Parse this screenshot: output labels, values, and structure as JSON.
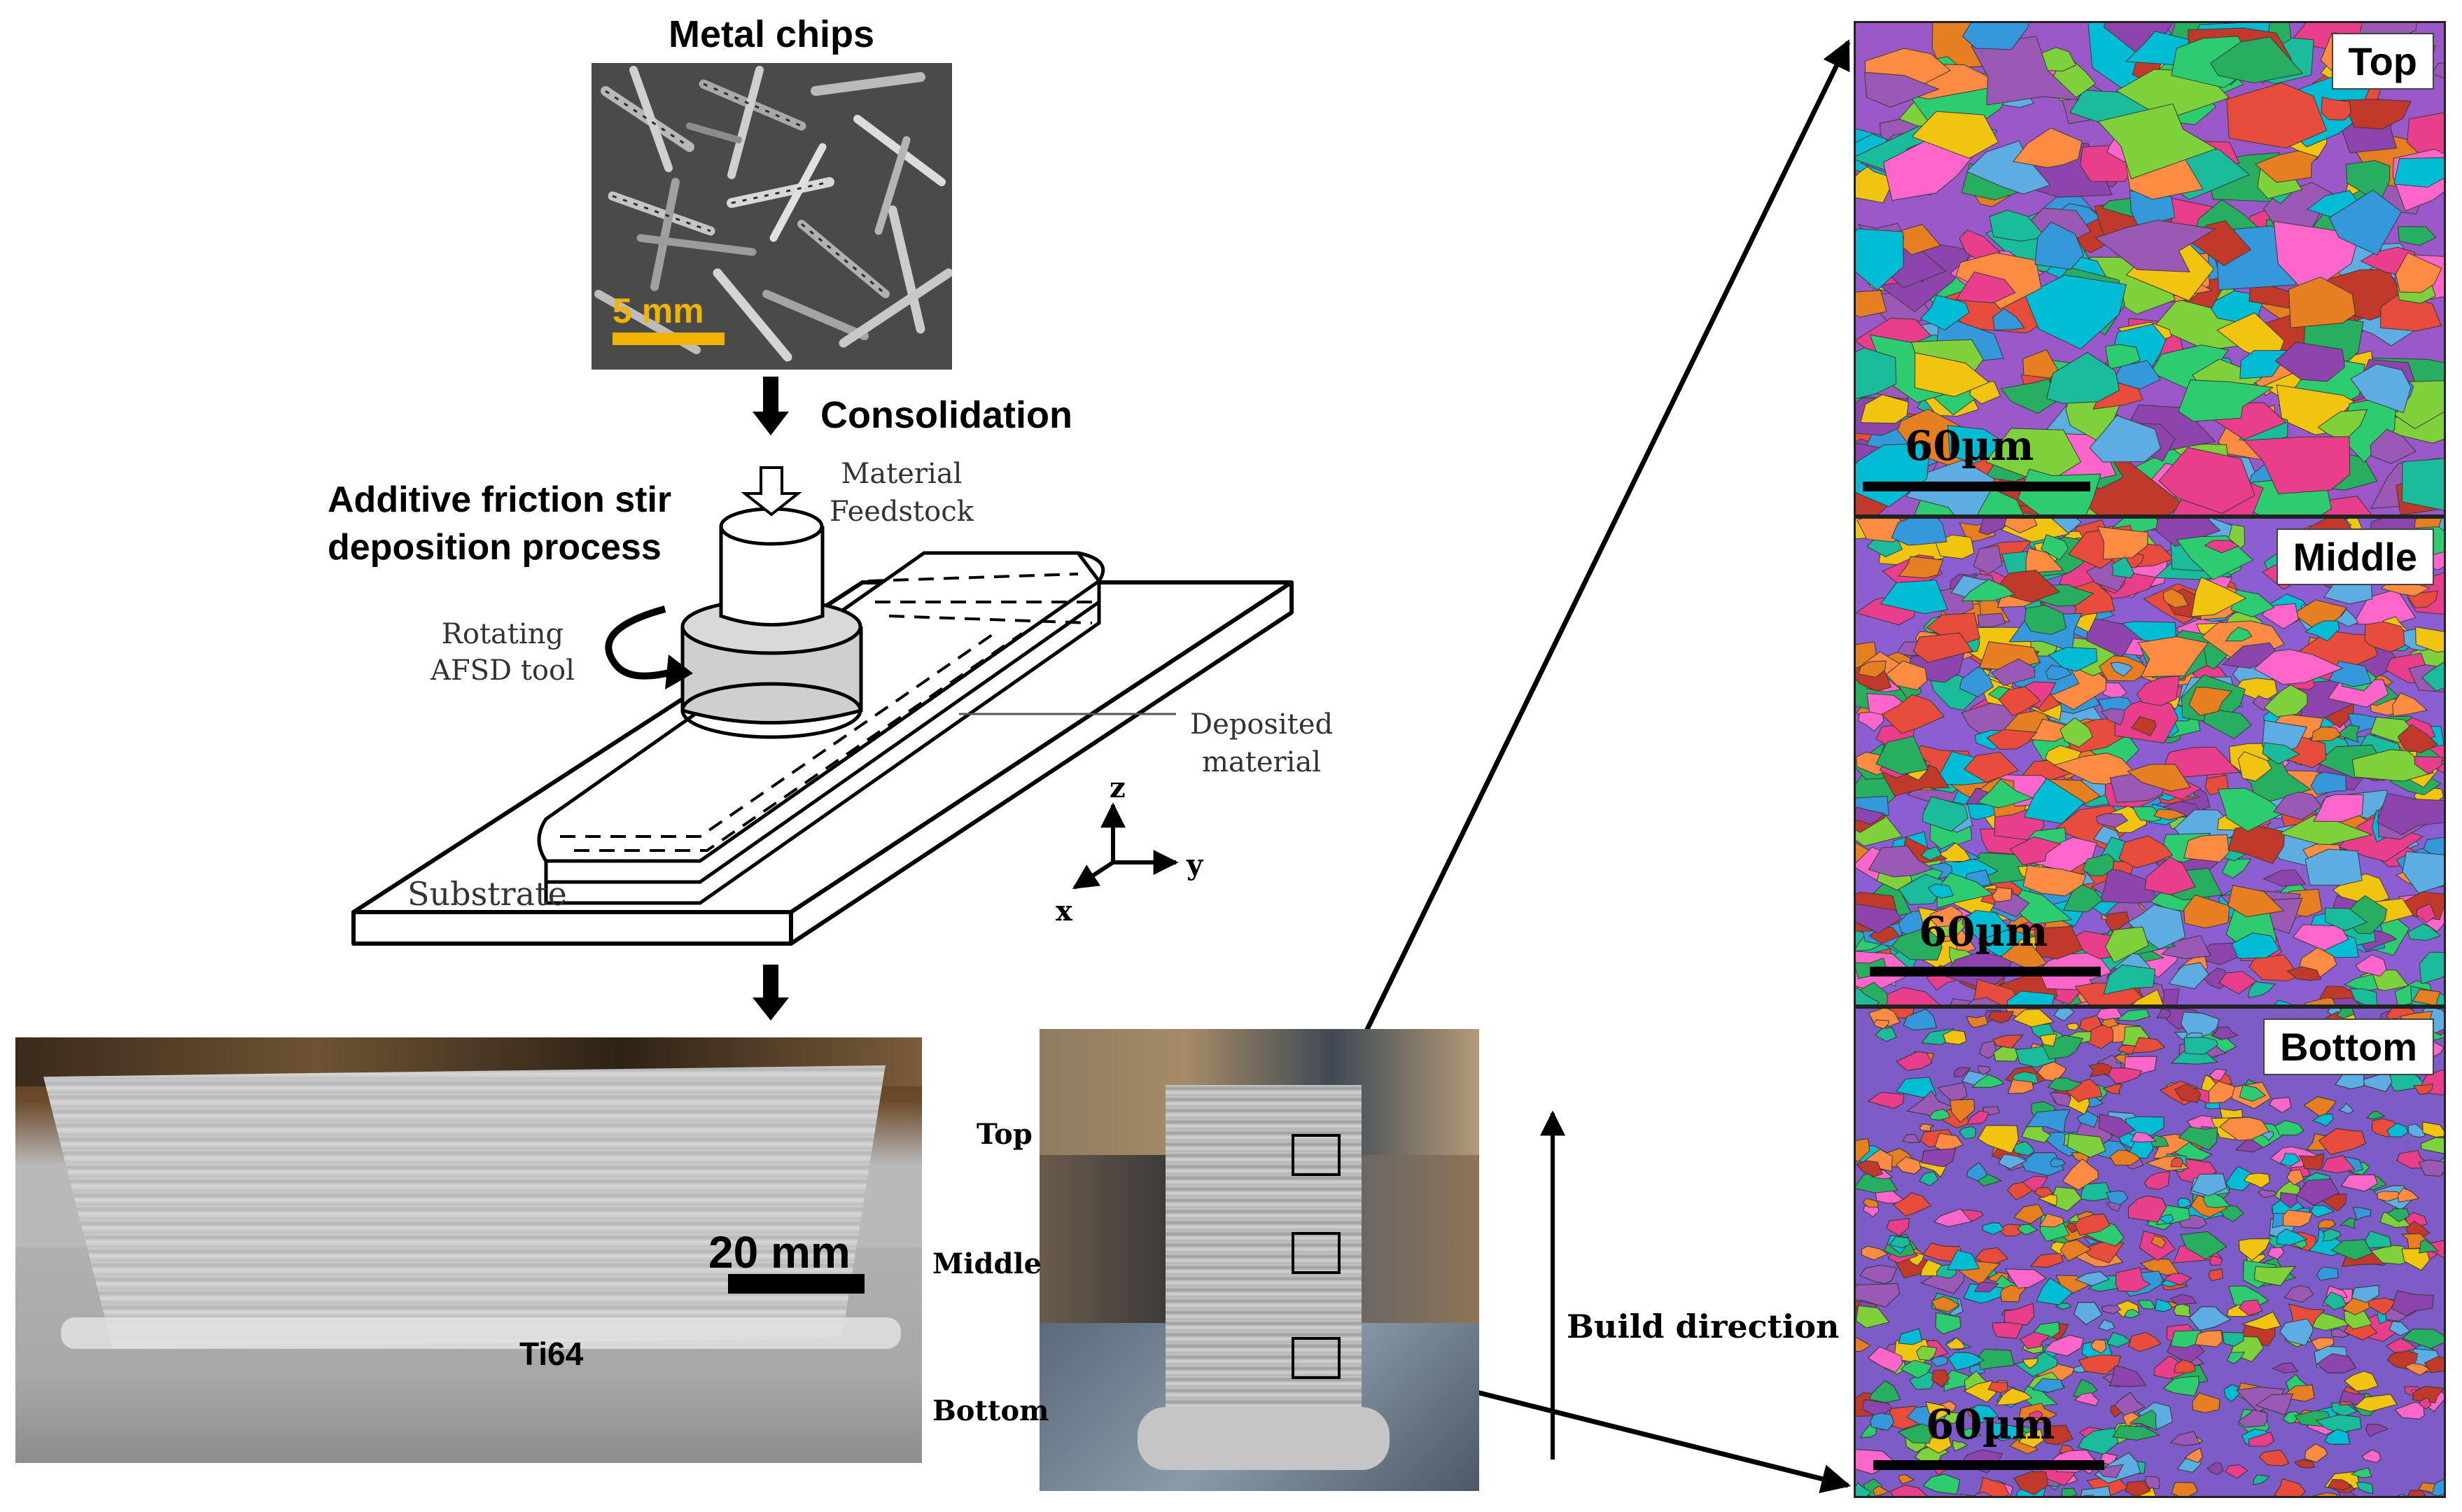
{
  "feedstock": {
    "title": "Metal chips",
    "scale": "5 mm"
  },
  "steps": {
    "consolidation": "Consolidation"
  },
  "process": {
    "title_line1": "Additive friction stir",
    "title_line2": "deposition process",
    "material_line1": "Material",
    "material_line2": "Feedstock",
    "tool_line1": "Rotating",
    "tool_line2": "AFSD tool",
    "deposit_line1": "Deposited",
    "deposit_line2": "material",
    "substrate": "Substrate",
    "axes": {
      "z": "z",
      "y": "y",
      "x": "x"
    }
  },
  "sample": {
    "scale": "20 mm",
    "material": "Ti64"
  },
  "build": {
    "top": "Top",
    "middle": "Middle",
    "bottom": "Bottom",
    "direction": "Build direction"
  },
  "ebsd": [
    {
      "label": "Top",
      "scale": "60µm"
    },
    {
      "label": "Middle",
      "scale": "60µm"
    },
    {
      "label": "Bottom",
      "scale": "60µm"
    }
  ]
}
